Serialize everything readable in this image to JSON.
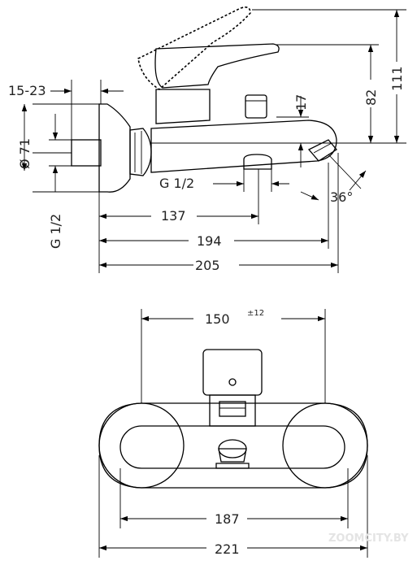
{
  "side_view": {
    "dim_wall_offset": "15-23",
    "dim_diameter": "Ø 71",
    "dim_inlet_thread": "G 1/2",
    "dim_outlet_thread": "G 1/2",
    "dim_137": "137",
    "dim_194": "194",
    "dim_205": "205",
    "dim_17": "17",
    "dim_82": "82",
    "dim_111": "111",
    "dim_angle": "36°"
  },
  "front_view": {
    "dim_150": "150",
    "dim_tolerance": "±12",
    "dim_187": "187",
    "dim_221": "221"
  },
  "watermark": "ZOOMCITY.BY"
}
